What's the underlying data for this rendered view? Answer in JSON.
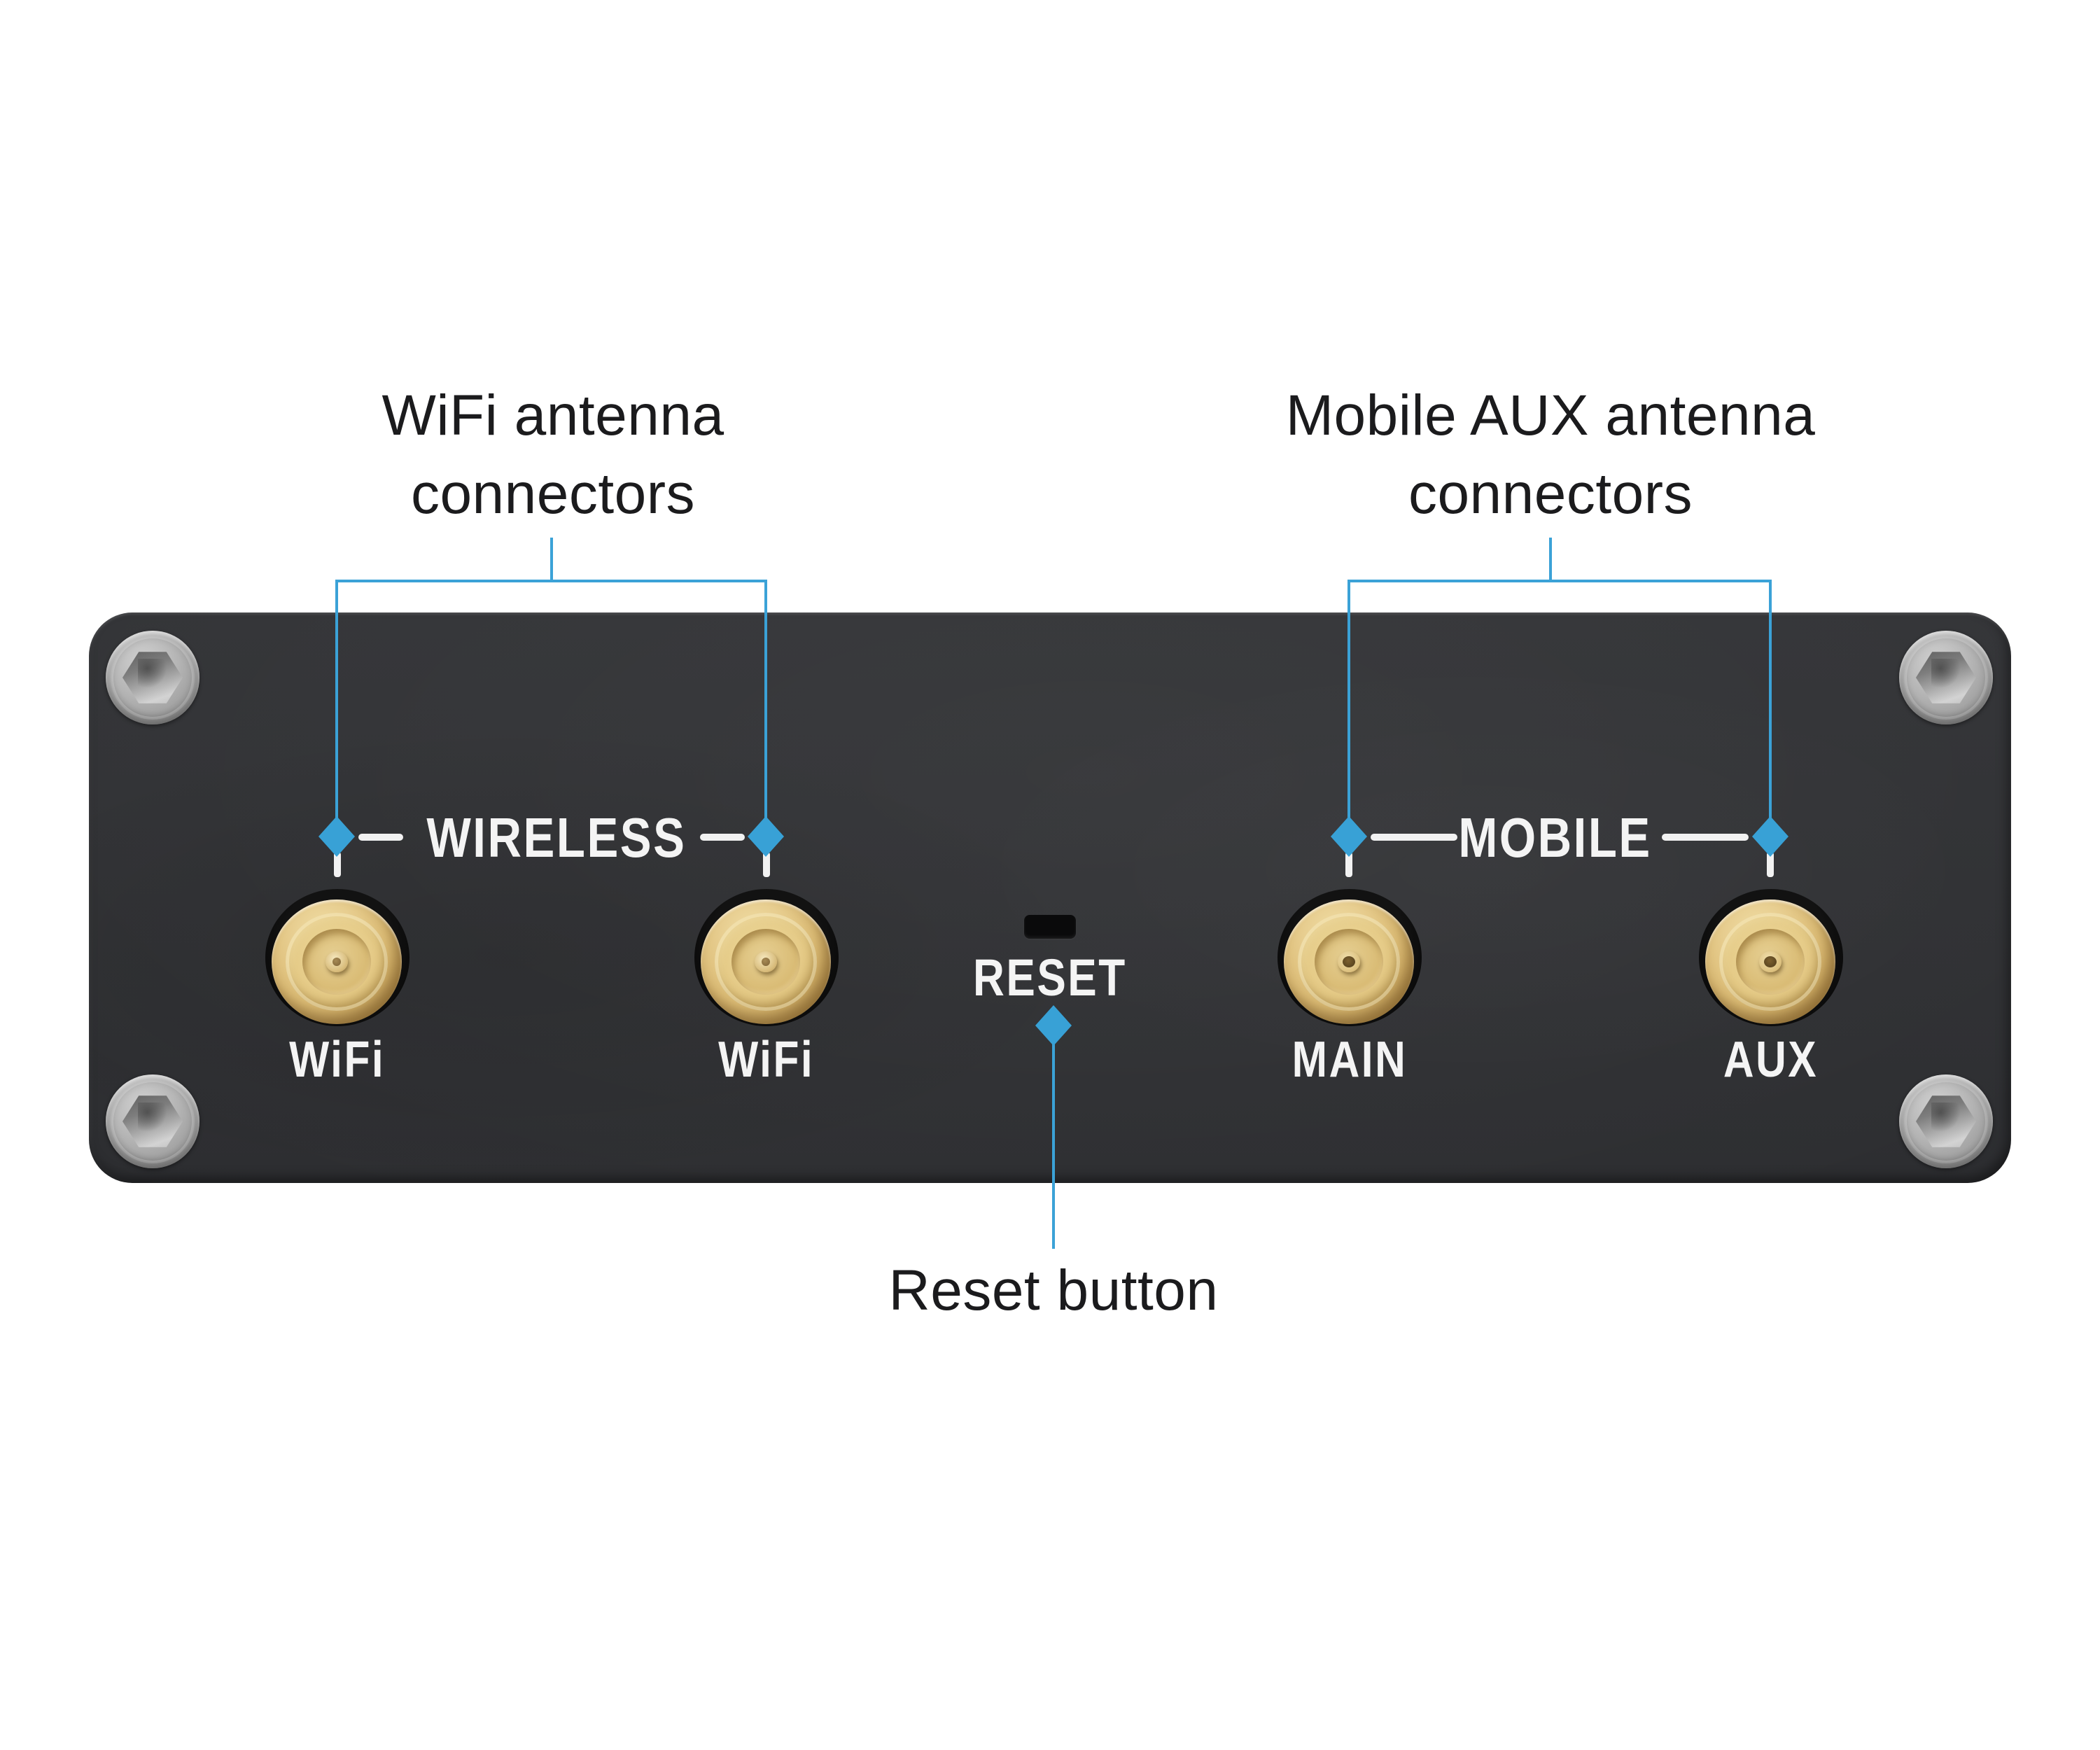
{
  "callouts": {
    "wifi": {
      "line1": "WiFi antenna",
      "line2": "connectors"
    },
    "mobile": {
      "line1": "Mobile AUX antenna",
      "line2": "connectors"
    },
    "reset": {
      "line1": "Reset button"
    }
  },
  "panel": {
    "wireless_group_label": "WIRELESS",
    "mobile_group_label": "MOBILE",
    "reset_label": "RESET",
    "connectors": [
      {
        "id": "wifi-1",
        "label": "WiFi",
        "type": "wifi-antenna-connector"
      },
      {
        "id": "wifi-2",
        "label": "WiFi",
        "type": "wifi-antenna-connector"
      },
      {
        "id": "main",
        "label": "MAIN",
        "type": "mobile-main-antenna-connector"
      },
      {
        "id": "aux",
        "label": "AUX",
        "type": "mobile-aux-antenna-connector"
      }
    ]
  },
  "colors": {
    "background": "#FFFFFF",
    "panel_dark": "#313235",
    "accent_blue": "#38A1D6",
    "gold_connector": "#E3C98A",
    "screw_gray": "#A6A6A8",
    "panel_print_white": "#F4F4F4",
    "label_text": "#1B1B1D"
  }
}
